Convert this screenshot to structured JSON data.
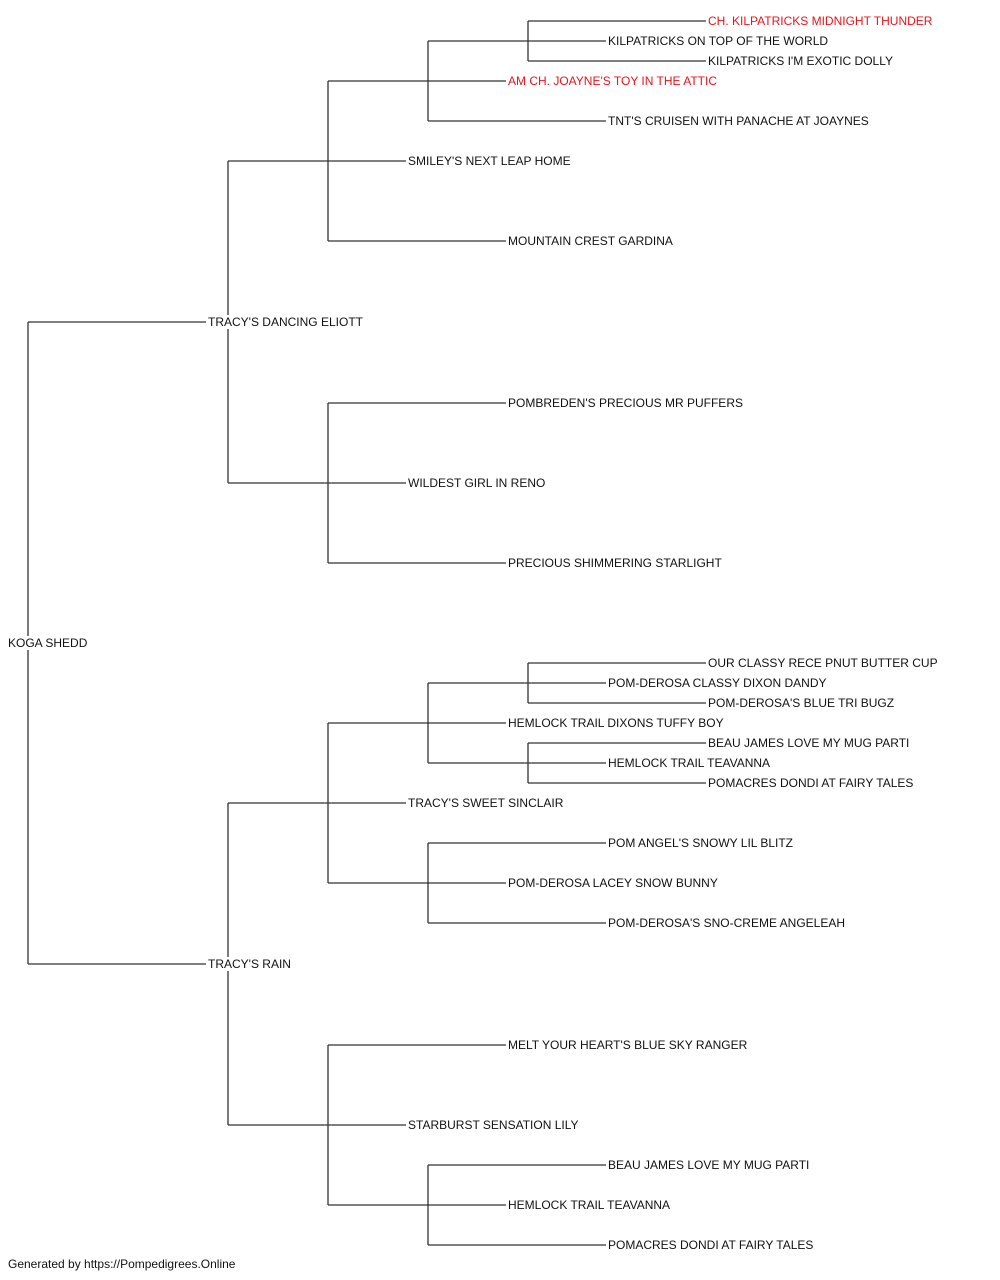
{
  "colors": {
    "line": "#333333",
    "text": "#111111",
    "champion": "#e8141b"
  },
  "pedigree": {
    "name": "KOGA SHEDD",
    "sire": {
      "name": "TRACY'S DANCING ELIOTT",
      "sire": {
        "name": "SMILEY'S NEXT LEAP HOME",
        "sire": {
          "name": "AM CH. JOAYNE'S TOY IN THE ATTIC",
          "champion": true,
          "sire": {
            "name": "KILPATRICKS ON TOP OF THE WORLD",
            "sire": {
              "name": "CH. KILPATRICKS MIDNIGHT THUNDER",
              "champion": true
            },
            "dam": {
              "name": "KILPATRICKS I'M EXOTIC DOLLY"
            }
          },
          "dam": {
            "name": "TNT'S CRUISEN WITH PANACHE AT JOAYNES"
          }
        },
        "dam": {
          "name": "MOUNTAIN CREST GARDINA"
        }
      },
      "dam": {
        "name": "WILDEST GIRL IN RENO",
        "sire": {
          "name": "POMBREDEN'S PRECIOUS MR PUFFERS"
        },
        "dam": {
          "name": "PRECIOUS SHIMMERING STARLIGHT"
        }
      }
    },
    "dam": {
      "name": "TRACY'S RAIN",
      "sire": {
        "name": "TRACY'S SWEET SINCLAIR",
        "sire": {
          "name": "HEMLOCK TRAIL DIXONS TUFFY BOY",
          "sire": {
            "name": "POM-DEROSA CLASSY DIXON DANDY",
            "sire": {
              "name": "OUR CLASSY RECE PNUT BUTTER CUP"
            },
            "dam": {
              "name": "POM-DEROSA'S BLUE TRI BUGZ"
            }
          },
          "dam": {
            "name": "HEMLOCK TRAIL TEAVANNA",
            "sire": {
              "name": "BEAU JAMES LOVE MY MUG PARTI"
            },
            "dam": {
              "name": "POMACRES DONDI AT FAIRY TALES"
            }
          }
        },
        "dam": {
          "name": "POM-DEROSA LACEY SNOW BUNNY",
          "sire": {
            "name": "POM ANGEL'S SNOWY LIL BLITZ"
          },
          "dam": {
            "name": "POM-DEROSA'S SNO-CREME ANGELEAH"
          }
        }
      },
      "dam": {
        "name": "STARBURST SENSATION LILY",
        "sire": {
          "name": "MELT YOUR HEART'S BLUE SKY RANGER"
        },
        "dam": {
          "name": "HEMLOCK TRAIL TEAVANNA",
          "sire": {
            "name": "BEAU JAMES LOVE MY MUG PARTI"
          },
          "dam": {
            "name": "POMACRES DONDI AT FAIRY TALES"
          }
        }
      }
    }
  },
  "footer": "Generated by https://Pompedigrees.Online"
}
